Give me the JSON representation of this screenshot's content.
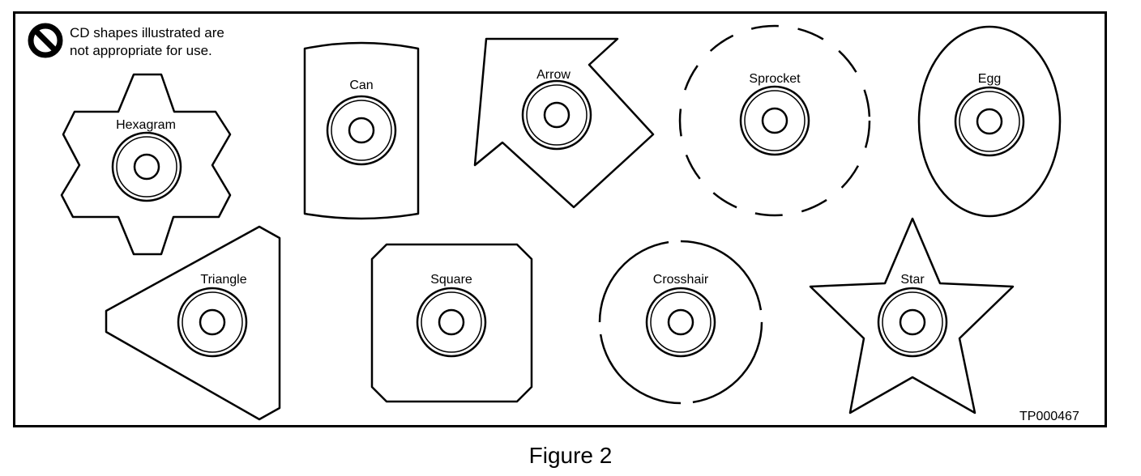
{
  "warning": {
    "line1": "CD shapes illustrated are",
    "line2": "not appropriate for use."
  },
  "shapes": [
    {
      "label": "Hexagram"
    },
    {
      "label": "Can"
    },
    {
      "label": "Arrow"
    },
    {
      "label": "Sprocket"
    },
    {
      "label": "Egg"
    },
    {
      "label": "Triangle"
    },
    {
      "label": "Square"
    },
    {
      "label": "Crosshair"
    },
    {
      "label": "Star"
    }
  ],
  "code": "TP000467",
  "caption": "Figure 2"
}
